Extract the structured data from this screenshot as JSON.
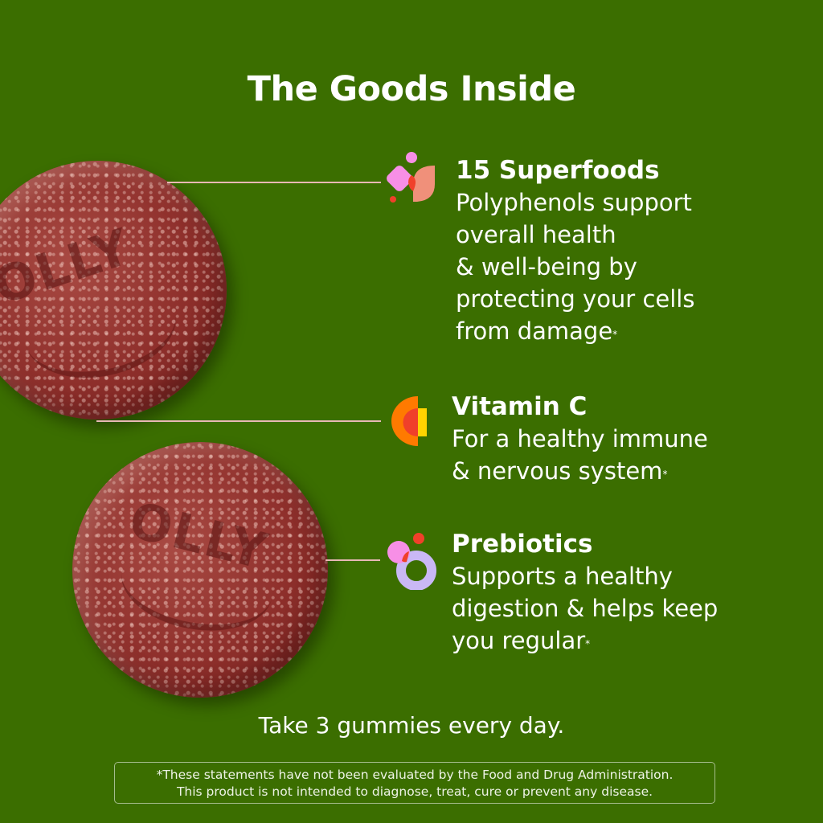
{
  "title": "The Goods Inside",
  "features": [
    {
      "heading": "15 Superfoods",
      "body": "Polyphenols support\noverall health\n& well-being by\nprotecting your cells\nfrom damage",
      "asterisk": "*",
      "icon": "superfoods-icon"
    },
    {
      "heading": "Vitamin C",
      "body": "For a healthy immune\n& nervous system",
      "asterisk": "*",
      "icon": "vitamin-c-icon"
    },
    {
      "heading": "Prebiotics",
      "body": "Supports a healthy\ndigestion & helps keep\nyou regular",
      "asterisk": "*",
      "icon": "prebiotics-icon"
    }
  ],
  "gummy": {
    "logo_text": "OLLY"
  },
  "dose": "Take 3 gummies every day.",
  "disclaimer": {
    "line1": "*These statements have not been evaluated by the Food and Drug Administration.",
    "line2": "This product is not intended to diagnose, treat, cure or prevent any disease."
  },
  "colors": {
    "background": "#3b6e00",
    "pink": "#f78fe6",
    "salmon": "#f0907a",
    "red": "#f0402a",
    "orange": "#ff7a00",
    "yellow": "#ffd400",
    "lavender": "#c9b8f5",
    "connector": "#e8b8b4"
  }
}
